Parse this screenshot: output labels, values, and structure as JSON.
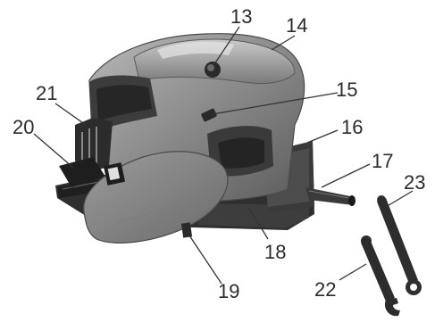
{
  "callouts": [
    {
      "id": "c13",
      "label": "13"
    },
    {
      "id": "c14",
      "label": "14"
    },
    {
      "id": "c15",
      "label": "15"
    },
    {
      "id": "c16",
      "label": "16"
    },
    {
      "id": "c17",
      "label": "17"
    },
    {
      "id": "c18",
      "label": "18"
    },
    {
      "id": "c19",
      "label": "19"
    },
    {
      "id": "c20",
      "label": "20"
    },
    {
      "id": "c21",
      "label": "21"
    },
    {
      "id": "c22",
      "label": "22"
    },
    {
      "id": "c23",
      "label": "23"
    }
  ],
  "colors": {
    "body_dark": "#4a4a4a",
    "body_mid": "#7d7d7d",
    "body_light": "#a8a8a8",
    "base_plate": "#3a3a3a",
    "leader": "#333333",
    "label": "#2b2b2b"
  }
}
